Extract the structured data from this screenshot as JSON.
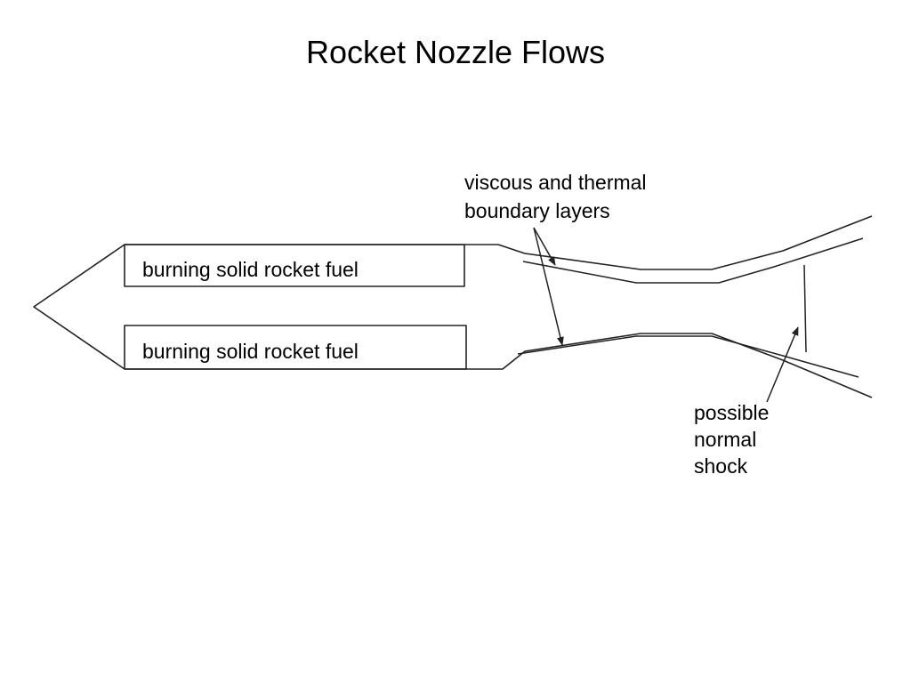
{
  "title": "Rocket Nozzle Flows",
  "labels": {
    "fuel_upper": "burning solid rocket fuel",
    "fuel_lower": "burning solid rocket fuel",
    "boundary_line1": "viscous and thermal",
    "boundary_line2": "boundary layers",
    "shock_line1": "possible",
    "shock_line2": "normal",
    "shock_line3": "shock"
  },
  "colors": {
    "line": "#222222",
    "text": "#000000",
    "background": "#ffffff"
  }
}
